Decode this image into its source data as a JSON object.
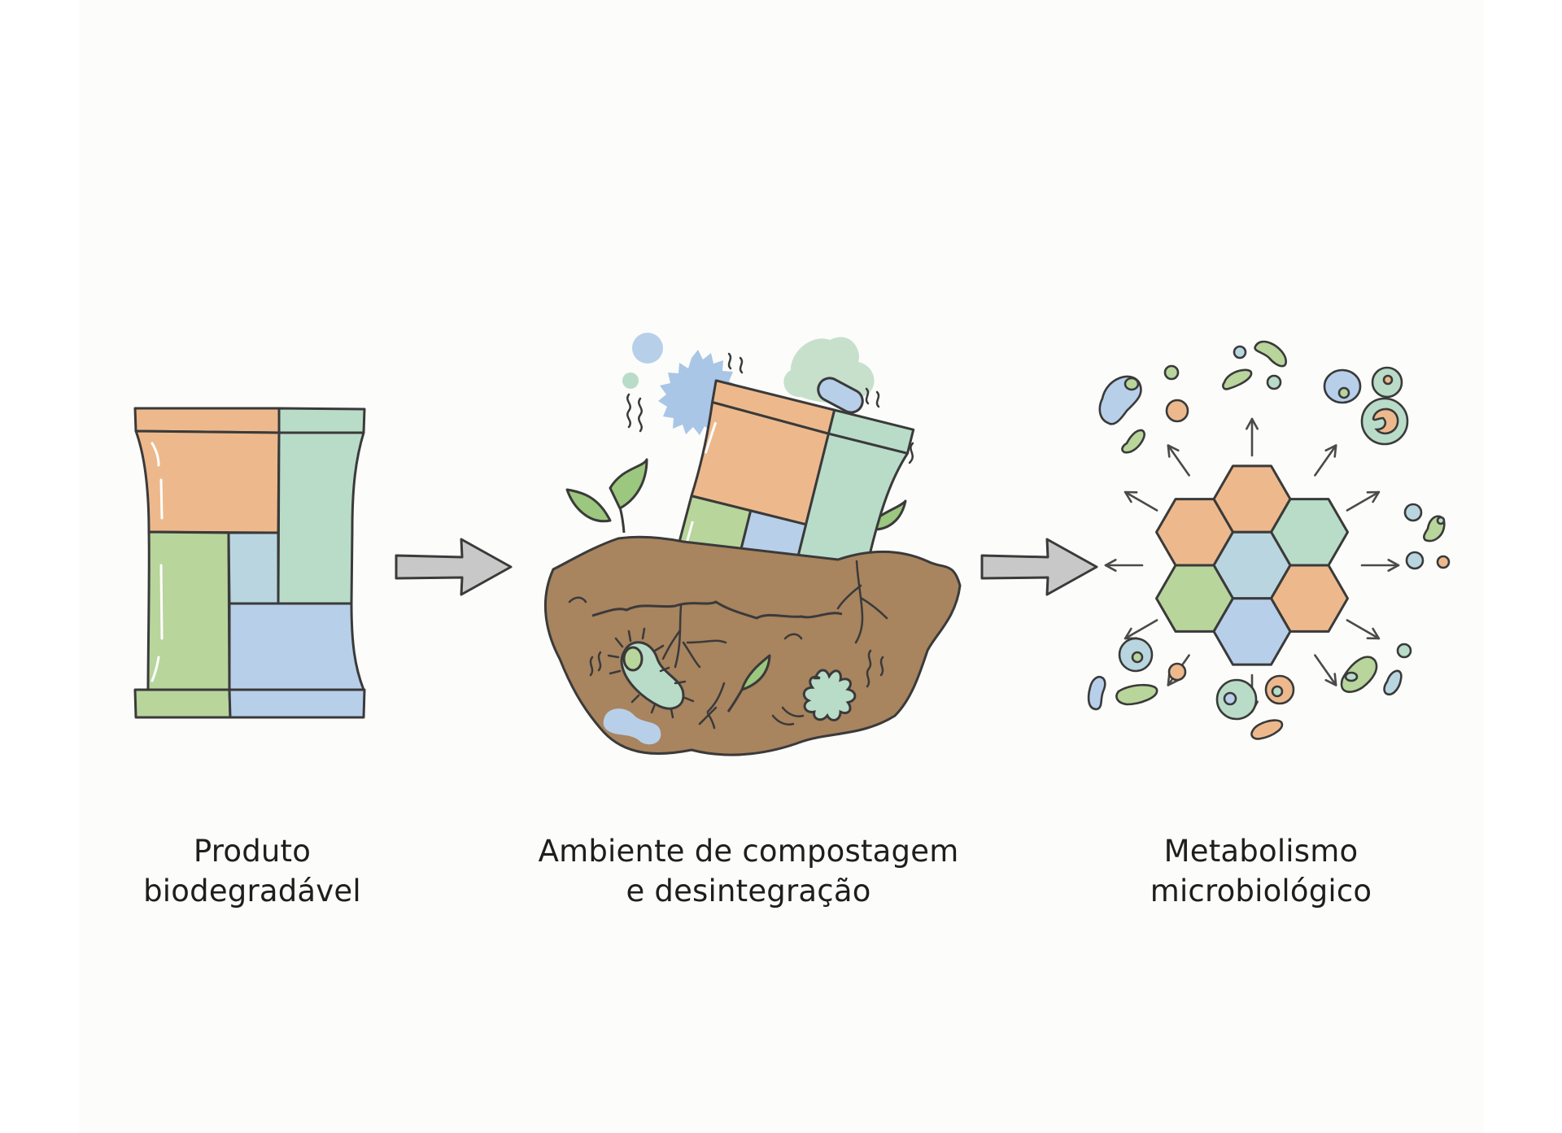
{
  "diagram": {
    "type": "process-flow",
    "language": "pt-BR",
    "steps": [
      {
        "id": "product",
        "caption_lines": [
          "Produto",
          "biodegradável"
        ],
        "illustration": "packaging-bag-icon"
      },
      {
        "id": "composting",
        "caption_lines": [
          "Ambiente de compostagem",
          "e desintegração"
        ],
        "illustration": "bag-in-soil-icon"
      },
      {
        "id": "metabolism",
        "caption_lines": [
          "Metabolismo",
          "microbiológico"
        ],
        "illustration": "hexagon-cluster-microbes-icon"
      }
    ],
    "connectors": [
      {
        "from": "product",
        "to": "composting",
        "icon": "arrow-right-icon"
      },
      {
        "from": "composting",
        "to": "metabolism",
        "icon": "arrow-right-icon"
      }
    ]
  },
  "palette": {
    "orange": "#EDB98C",
    "mint": "#B9DCC9",
    "green": "#B8D59C",
    "light_blue": "#B9D6E0",
    "blue": "#B8CFEA",
    "soil": "#A8845F",
    "outline": "#3A3A3A",
    "arrow": "#C8C8C8",
    "panel_bg": "#FCFCFA"
  }
}
